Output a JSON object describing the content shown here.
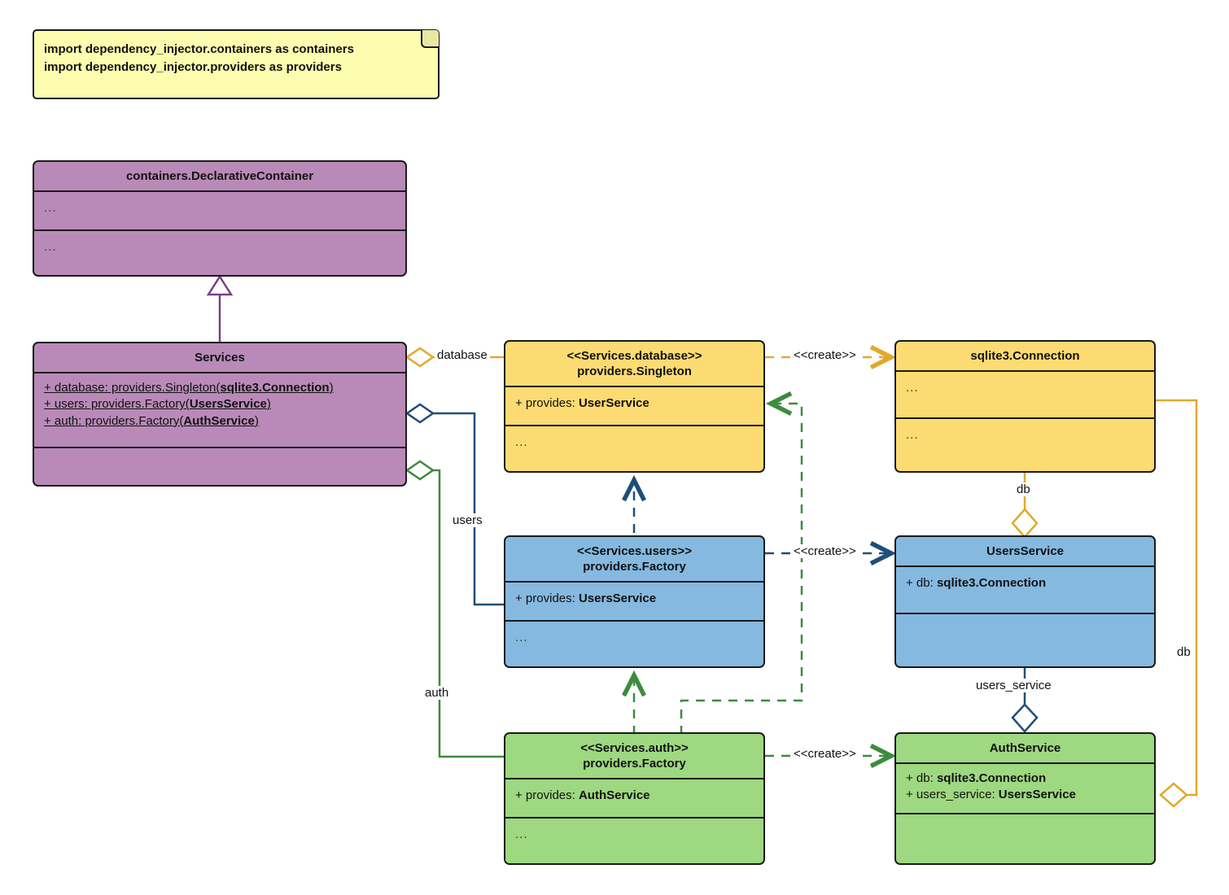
{
  "diagram": {
    "title": "Dependency Injector containers UML class diagram",
    "colors": {
      "note_fill": "#fdfdb0",
      "purple": "#b98ab8",
      "yellow": "#fcdb72",
      "blue": "#85b9e0",
      "green": "#9ed881",
      "purple_line": "#7b3f8c",
      "yellow_line": "#e0a92b",
      "blue_line": "#1f4e79",
      "green_line": "#3d8b3d",
      "outline": "#1a1a1a"
    }
  },
  "note": {
    "text": "import dependency_injector.containers as containers\nimport dependency_injector.providers as providers"
  },
  "classes": {
    "declarative_container": {
      "name": "containers.DeclarativeContainer",
      "attributes": "...",
      "methods": "..."
    },
    "services": {
      "name": "Services",
      "attributes": [
        {
          "prefix": "+ database: providers.Singleton(",
          "bold": "sqlite3.Connection",
          "suffix": ")"
        },
        {
          "prefix": "+ users: providers.Factory(",
          "bold": "UsersService",
          "suffix": ")"
        },
        {
          "prefix": "+ auth: providers.Factory(",
          "bold": "AuthService",
          "suffix": ")"
        }
      ],
      "methods": ""
    },
    "services_database": {
      "stereotype": "<<Services.database>>",
      "name": "providers.Singleton",
      "attribute_prefix": "+ provides: ",
      "attribute_bold": "UserService",
      "methods": "..."
    },
    "services_users": {
      "stereotype": "<<Services.users>>",
      "name": "providers.Factory",
      "attribute_prefix": "+ provides: ",
      "attribute_bold": "UsersService",
      "methods": "..."
    },
    "services_auth": {
      "stereotype": "<<Services.auth>>",
      "name": "providers.Factory",
      "attribute_prefix": "+ provides: ",
      "attribute_bold": "AuthService",
      "methods": "..."
    },
    "sqlite3_connection": {
      "name": "sqlite3.Connection",
      "attributes": "...",
      "methods": "..."
    },
    "users_service": {
      "name": "UsersService",
      "attributes": [
        {
          "prefix": "+ db: ",
          "bold": "sqlite3.Connection"
        }
      ],
      "methods": ""
    },
    "auth_service": {
      "name": "AuthService",
      "attributes": [
        {
          "prefix": "+ db: ",
          "bold": "sqlite3.Connection"
        },
        {
          "prefix": "+ users_service: ",
          "bold": "UsersService"
        }
      ],
      "methods": ""
    }
  },
  "edge_labels": {
    "database": "database",
    "users": "users",
    "auth": "auth",
    "create_database": "<<create>>",
    "create_users": "<<create>>",
    "create_auth": "<<create>>",
    "db_users": "db",
    "db_auth": "db",
    "users_service": "users_service"
  }
}
